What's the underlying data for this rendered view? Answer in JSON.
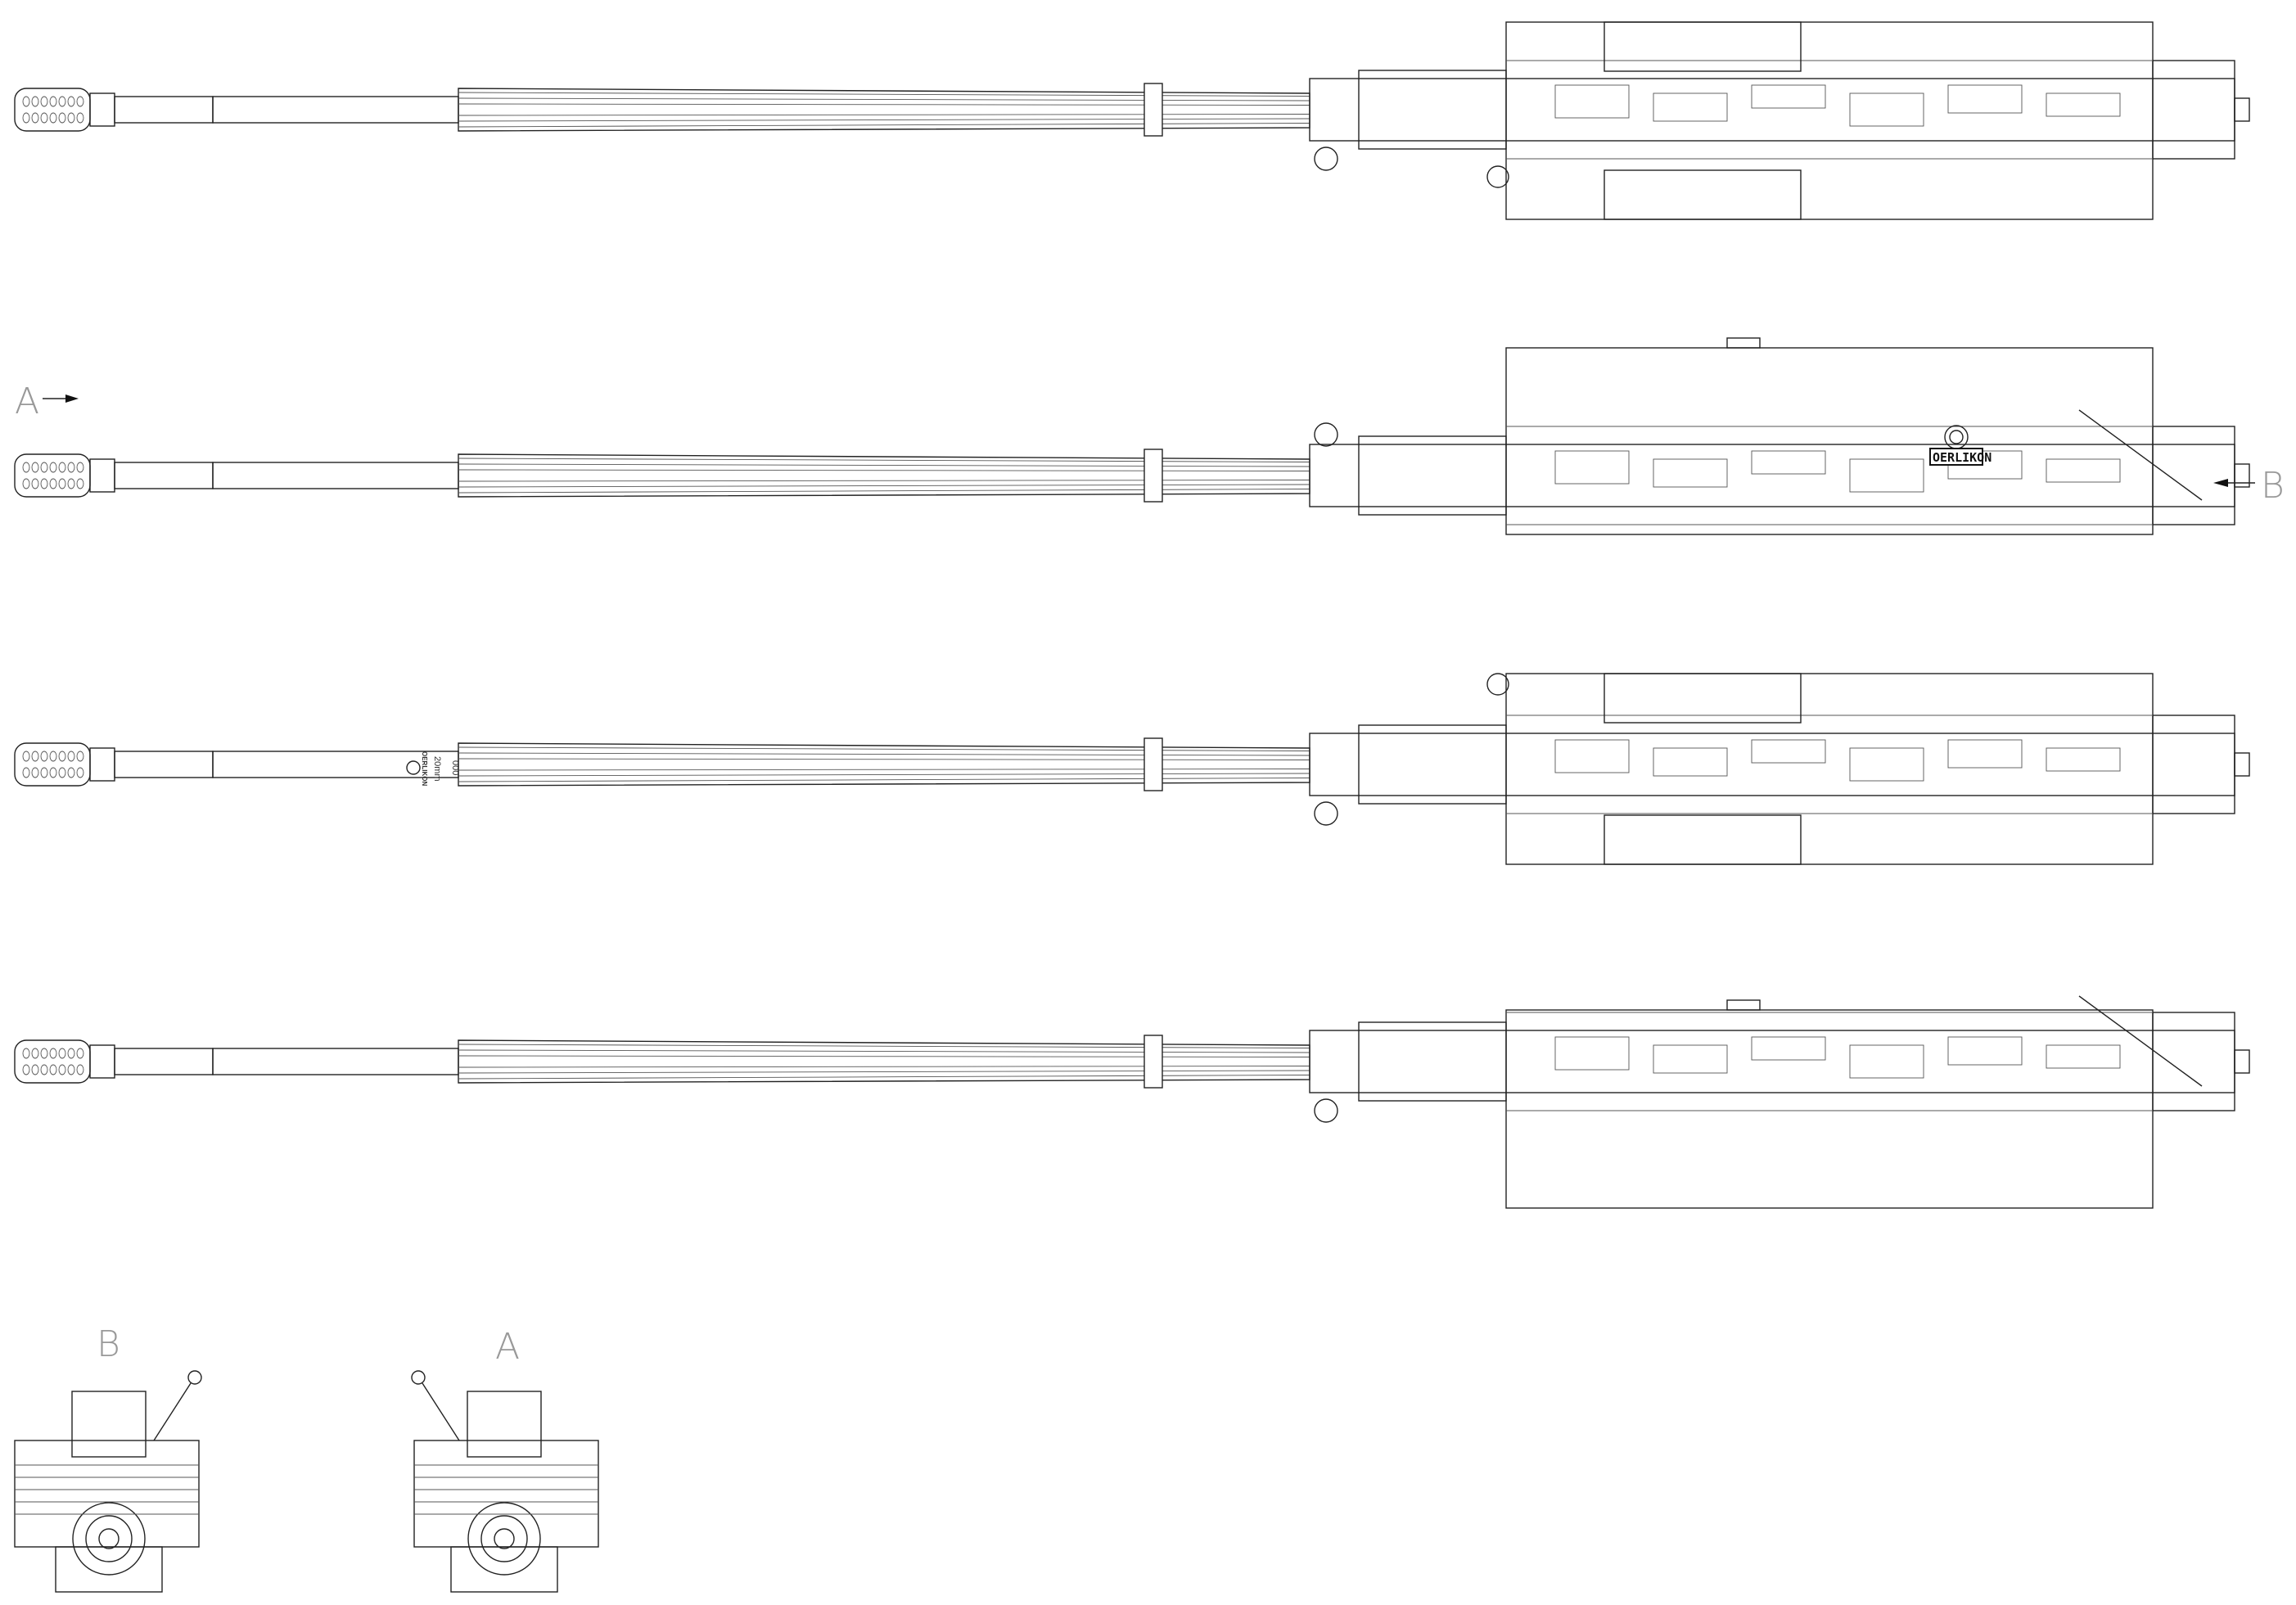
{
  "title_labels": {
    "view_a_arrow": "A",
    "view_b_arrow": "B",
    "end_view_b": "B",
    "end_view_a": "A"
  },
  "markings": {
    "brand": "OERLIKON",
    "barrel_brand": "OERLIKON",
    "caliber": "20mm",
    "serial": "000"
  },
  "views": [
    "top",
    "side-left",
    "bottom",
    "side-right",
    "end-b",
    "end-a"
  ],
  "colors": {
    "line": "#222222",
    "label": "#999999",
    "background": "#ffffff"
  }
}
